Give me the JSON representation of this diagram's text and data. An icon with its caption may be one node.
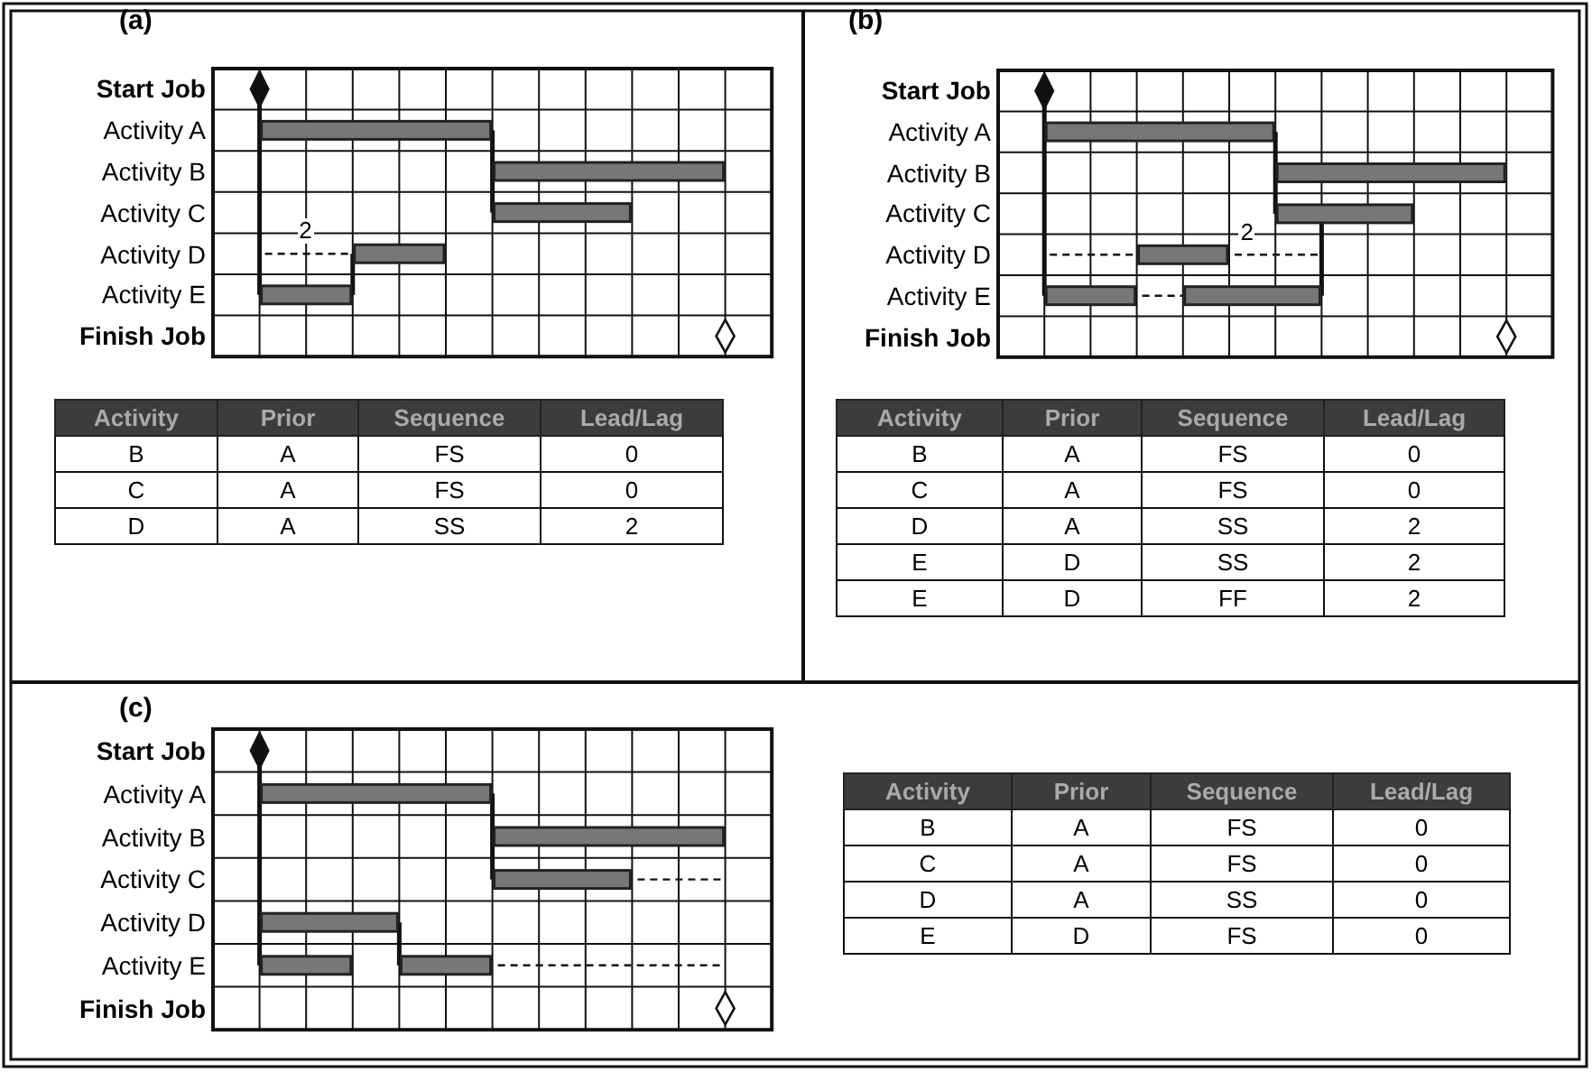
{
  "diagram": {
    "labels": [
      "(a)",
      "Start Job",
      "Activity A",
      "Activity B",
      "Activity C",
      "Activity D",
      "Activity E",
      "Finish Job",
      "2",
      "Activity",
      "Prior",
      "Sequence",
      "Lead/Lag",
      "B",
      "A",
      "FS",
      "0",
      "C",
      "A",
      "FS",
      "0",
      "D",
      "A",
      "SS",
      "2",
      "(b)",
      "Start Job",
      "Activity A",
      "Activity B",
      "Activity C",
      "Activity D",
      "Activity E",
      "Finish Job",
      "2",
      "Activity",
      "Prior",
      "Sequence",
      "Lead/Lag",
      "B",
      "A",
      "FS",
      "0",
      "C",
      "A",
      "FS",
      "0",
      "D",
      "A",
      "SS",
      "2",
      "E",
      "D",
      "SS",
      "2",
      "E",
      "D",
      "FF",
      "2",
      "(c)",
      "Start Job",
      "Activity A",
      "Activity B",
      "Activity C",
      "Activity D",
      "Activity E",
      "Finish Job",
      "Activity",
      "Prior",
      "Sequence",
      "Lead/Lag",
      "B",
      "A",
      "FS",
      "0",
      "C",
      "A",
      "FS",
      "0",
      "D",
      "A",
      "SS",
      "0",
      "E",
      "D",
      "FS",
      "0"
    ]
  }
}
